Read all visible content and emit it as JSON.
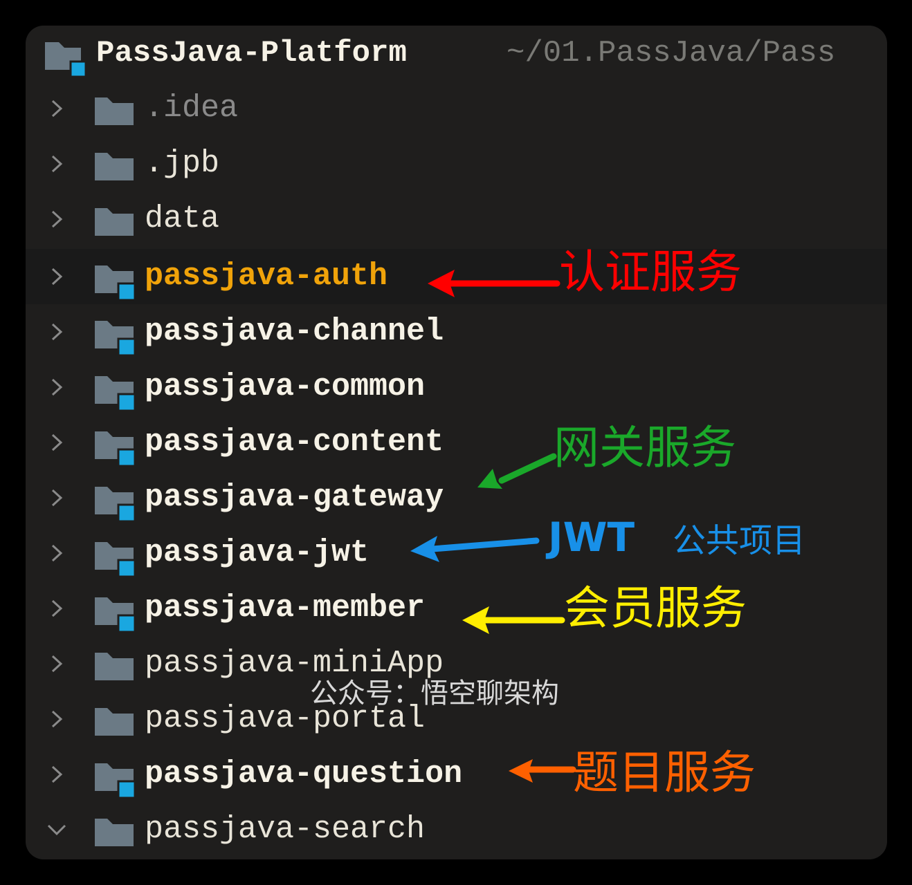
{
  "project": {
    "name": "PassJava-Platform",
    "path": "~/01.PassJava/Pass"
  },
  "tree": {
    "items": [
      {
        "label": ".idea",
        "type": "folder",
        "style": "muted",
        "expanded": false
      },
      {
        "label": ".jpb",
        "type": "folder",
        "style": "plain",
        "expanded": false
      },
      {
        "label": "data",
        "type": "folder",
        "style": "plain",
        "expanded": false
      },
      {
        "label": "passjava-auth",
        "type": "module",
        "style": "highlight",
        "expanded": false,
        "selected": true
      },
      {
        "label": "passjava-channel",
        "type": "module",
        "style": "module",
        "expanded": false
      },
      {
        "label": "passjava-common",
        "type": "module",
        "style": "module",
        "expanded": false
      },
      {
        "label": "passjava-content",
        "type": "module",
        "style": "module",
        "expanded": false
      },
      {
        "label": "passjava-gateway",
        "type": "module",
        "style": "module",
        "expanded": false
      },
      {
        "label": "passjava-jwt",
        "type": "module",
        "style": "module",
        "expanded": false
      },
      {
        "label": "passjava-member",
        "type": "module",
        "style": "module",
        "expanded": false
      },
      {
        "label": "passjava-miniApp",
        "type": "folder",
        "style": "plain",
        "expanded": false
      },
      {
        "label": "passjava-portal",
        "type": "folder",
        "style": "plain",
        "expanded": false
      },
      {
        "label": "passjava-question",
        "type": "module",
        "style": "module",
        "expanded": false
      },
      {
        "label": "passjava-search",
        "type": "folder",
        "style": "plain",
        "expanded": true
      }
    ]
  },
  "annotations": {
    "auth": {
      "text": "认证服务",
      "color": "#ff0000"
    },
    "gateway": {
      "text": "网关服务",
      "color": "#1aa82a"
    },
    "jwt": {
      "text": "JWT",
      "color": "#1890e8"
    },
    "jwt_sub": {
      "text": "公共项目",
      "color": "#1890e8"
    },
    "member": {
      "text": "会员服务",
      "color": "#ffee00"
    },
    "question": {
      "text": "题目服务",
      "color": "#ff6000"
    }
  },
  "watermark": "公众号：悟空聊架构",
  "colors": {
    "background": "#1f1e1d",
    "folder": "#6b7a85",
    "module_badge": "#1aa7e0",
    "highlight": "#f0a30a"
  }
}
